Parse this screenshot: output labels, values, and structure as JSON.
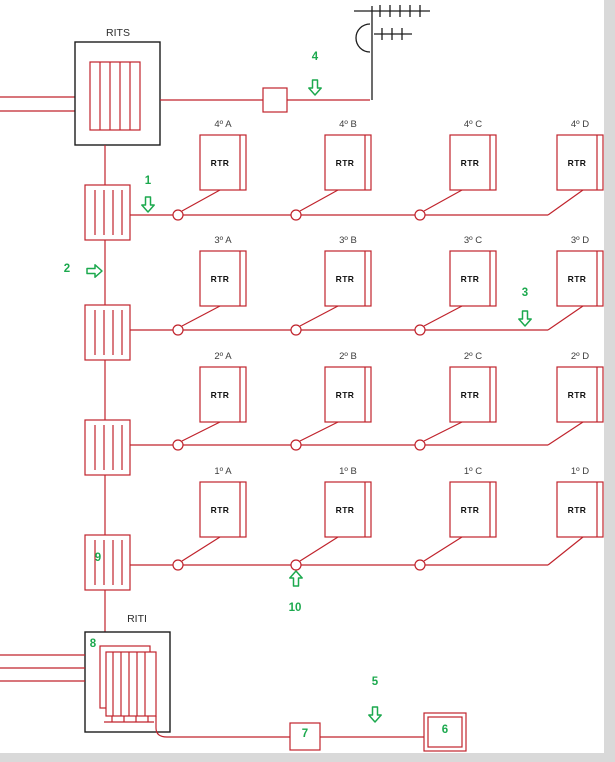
{
  "diagram": {
    "rooms": {
      "upper": "RITS",
      "lower": "RITI"
    },
    "device_label": "RTR",
    "floors": [
      {
        "units": [
          "4º A",
          "4º B",
          "4º C",
          "4º D"
        ]
      },
      {
        "units": [
          "3º A",
          "3º B",
          "3º C",
          "3º D"
        ]
      },
      {
        "units": [
          "2º A",
          "2º B",
          "2º C",
          "2º D"
        ]
      },
      {
        "units": [
          "1º A",
          "1º B",
          "1º C",
          "1º D"
        ]
      }
    ],
    "markers": {
      "m1": "1",
      "m2": "2",
      "m3": "3",
      "m4": "4",
      "m5": "5",
      "m6": "6",
      "m7": "7",
      "m8": "8",
      "m9": "9",
      "m10": "10"
    }
  },
  "colors": {
    "wire": "#c0232c",
    "green": "#1ca94e",
    "outline": "#1c1c1c",
    "label": "#3d3d3d",
    "page-edge": "#d9d9d9"
  }
}
